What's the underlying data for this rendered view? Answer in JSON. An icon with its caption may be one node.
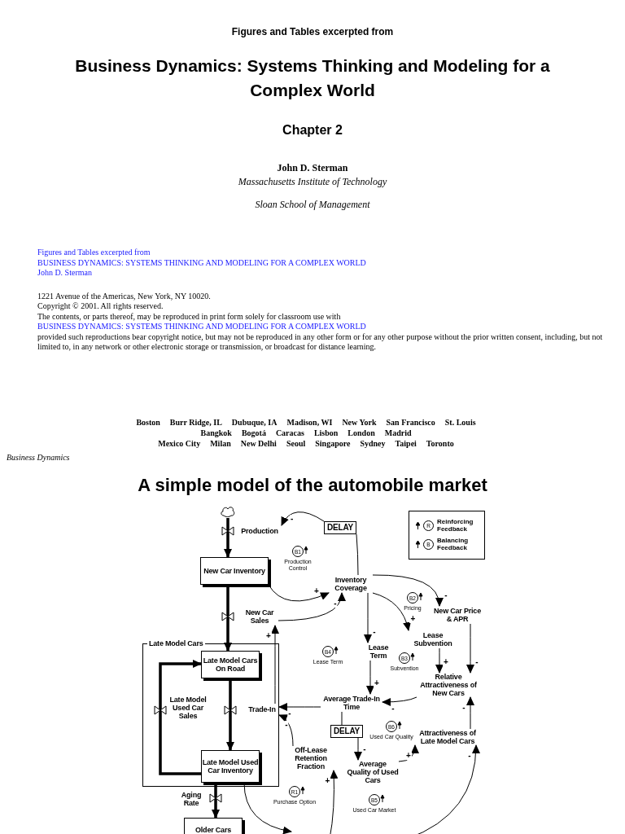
{
  "diagram": {
    "title": "A simple model of the automobile market",
    "nodes": [
      {
        "text": [],
        "shape": "cloud"
      },
      {
        "text": [
          "Production"
        ]
      },
      {
        "text": [
          "DELAY"
        ]
      },
      {
        "text": [
          "New Car Inventory"
        ]
      },
      {
        "text": [
          "Inventory Coverage"
        ]
      },
      {
        "text": [
          "New Car Sales"
        ]
      },
      {
        "text": [
          "Late Model Cars"
        ]
      },
      {
        "text": [
          "Late Model Cars On Road"
        ],
        "in": 6
      },
      {
        "text": [
          "Late Model Used Car Sales"
        ],
        "in": 6
      },
      {
        "text": [
          "Trade-In"
        ],
        "in": 6
      },
      {
        "text": [
          "Late Model Used Car Inventory"
        ],
        "in": 6
      },
      {
        "text": [
          "Aging Rate"
        ]
      },
      {
        "text": [
          "Older Cars"
        ]
      },
      {
        "text": [
          "New Car Price & APR"
        ]
      },
      {
        "text": [
          "Lease Subvention"
        ]
      },
      {
        "text": [
          "Lease Term"
        ]
      },
      {
        "text": [
          "Relative Attractiveness of New Cars"
        ]
      },
      {
        "text": [
          "Average Trade-In Time"
        ]
      },
      {
        "text": [
          "DELAY"
        ]
      },
      {
        "text": [
          "Off-Lease Retention Fraction"
        ]
      },
      {
        "text": [
          "Average Quality of Used Cars"
        ]
      },
      {
        "text": [
          "Attractiveness of Late Model Cars"
        ]
      }
    ],
    "edges": [
      {
        "from": 0,
        "to": 3,
        "arrow": "to",
        "style": "thick"
      },
      {
        "from": 4,
        "to": 2,
        "arrow": "none"
      },
      {
        "from": 2,
        "to": 1,
        "arrow": "to",
        "label": "-"
      },
      {
        "from": 3,
        "to": 4,
        "arrow": "to",
        "label": "+"
      },
      {
        "from": 5,
        "to": 4,
        "arrow": "to",
        "label": "-"
      },
      {
        "from": 3,
        "to": 7,
        "arrow": "to",
        "style": "thick"
      },
      {
        "from": 9,
        "to": 5,
        "arrow": "to",
        "label": "+"
      },
      {
        "from": 7,
        "to": 10,
        "arrow": "to",
        "style": "thick"
      },
      {
        "from": 10,
        "to": 7,
        "arrow": "to",
        "style": "thick"
      },
      {
        "from": 10,
        "to": 12,
        "arrow": "to",
        "style": "thick"
      },
      {
        "from": 4,
        "to": 13,
        "arrow": "to",
        "label": "-"
      },
      {
        "from": 4,
        "to": 14,
        "arrow": "to",
        "label": "+"
      },
      {
        "from": 4,
        "to": 15,
        "arrow": "to",
        "label": "-"
      },
      {
        "from": 13,
        "to": 16,
        "arrow": "to",
        "label": "-"
      },
      {
        "from": 14,
        "to": 16,
        "arrow": "to",
        "label": "+"
      },
      {
        "from": 15,
        "to": 17,
        "arrow": "to",
        "label": "+"
      },
      {
        "from": 16,
        "to": 17,
        "arrow": "to",
        "label": "-"
      },
      {
        "from": 17,
        "to": 9,
        "arrow": "to",
        "label": "-"
      },
      {
        "from": 17,
        "to": 18,
        "arrow": "none"
      },
      {
        "from": 18,
        "to": 20,
        "arrow": "to",
        "label": "-"
      },
      {
        "from": 19,
        "to": 9,
        "arrow": "to",
        "label": "-"
      },
      {
        "from": 20,
        "to": 21,
        "arrow": "to",
        "label": "+"
      },
      {
        "from": 21,
        "to": 16,
        "arrow": "to",
        "label": "-"
      },
      {
        "from": 10,
        "to": null,
        "arrow": "to"
      },
      {
        "from": null,
        "to": 19,
        "arrow": "to",
        "label": "+"
      },
      {
        "from": null,
        "to": 21,
        "arrow": "to",
        "label": "-"
      }
    ],
    "labels": [
      "Figures and Tables excerpted from",
      "Business Dynamics: Systems Thinking and Modeling for a Complex World",
      "Chapter 2",
      "John D. Sterman",
      "Massachusetts Institute of Technology",
      "Sloan School of Management",
      "Figures and Tables excerpted from",
      "BUSINESS DYNAMICS: SYSTEMS THINKING AND MODELING FOR A COMPLEX WORLD",
      "John D. Sterman",
      "1221 Avenue of the Americas, New York, NY 10020.",
      "Copyright © 2001. All rights reserved.",
      "The contents, or parts thereof, may be reproduced in print form solely for classroom use with",
      "BUSINESS DYNAMICS: SYSTEMS THINKING AND MODELING FOR A COMPLEX WORLD",
      "provided such reproductions bear copyright notice, but may not be reproduced in any other form or for any other purpose without the prior written consent, including, but not limited to, in any network or other electronic storage or transmission, or broadcast for distance learning.",
      "Boston",
      "Burr Ridge, IL",
      "Dubuque, IA",
      "Madison, WI",
      "New York",
      "San Francisco",
      "St. Louis",
      "Bangkok",
      "Bogotá",
      "Caracas",
      "Lisbon",
      "London",
      "Madrid",
      "Mexico City",
      "Milan",
      "New Delhi",
      "Seoul",
      "Singapore",
      "Sydney",
      "Taipei",
      "Toronto",
      "Business Dynamics",
      "B1",
      "Production Control",
      "B2",
      "Pricing",
      "B4",
      "Lease Term",
      "B3",
      "Subvention",
      "B6",
      "Used Car Quality",
      "R1",
      "Purchase Option",
      "B5",
      "Used Car Market",
      "R",
      "B"
    ],
    "legend": [
      {
        "text": "Reinforcing Feedback"
      },
      {
        "text": "Balancing Feedback"
      }
    ]
  }
}
